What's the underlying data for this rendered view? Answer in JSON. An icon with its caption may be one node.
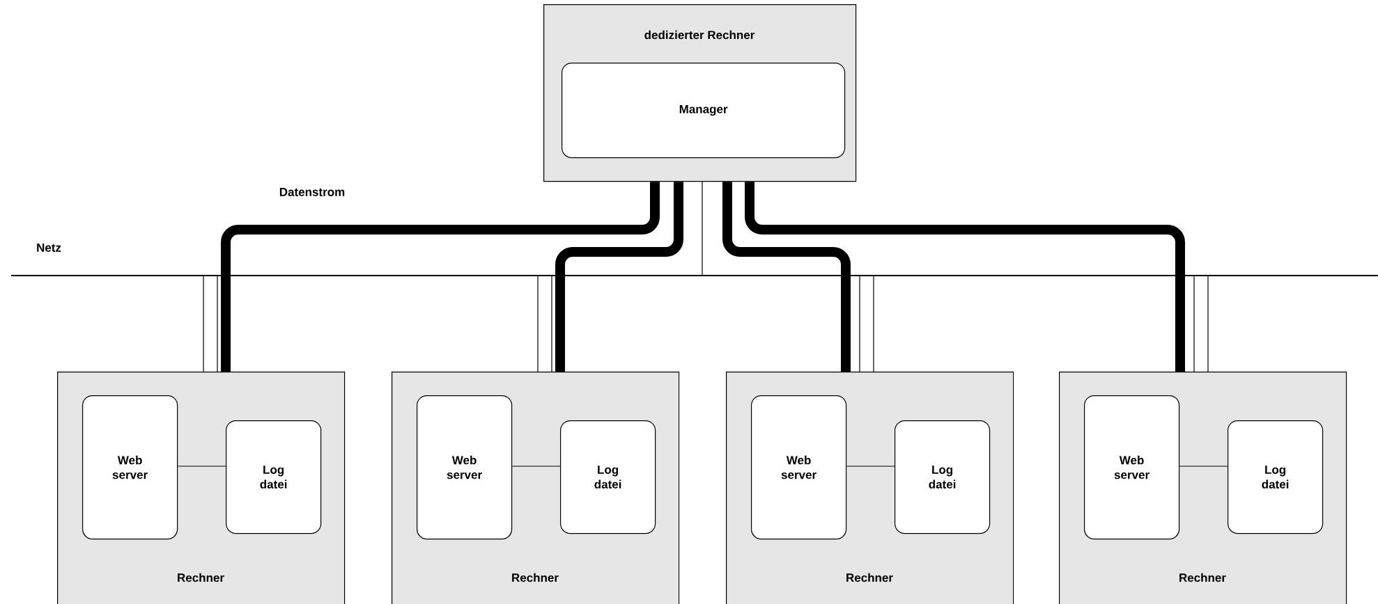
{
  "diagram": {
    "nodes": [
      {
        "text": [
          "dedizierter Rechner"
        ]
      },
      {
        "text": [
          "Manager"
        ],
        "in": 0
      },
      {
        "text": [
          "Rechner"
        ]
      },
      {
        "text": [
          "Web server"
        ],
        "in": 2
      },
      {
        "text": [
          "Log datei"
        ],
        "in": 2
      },
      {
        "text": [
          "Rechner"
        ]
      },
      {
        "text": [
          "Web server"
        ],
        "in": 5
      },
      {
        "text": [
          "Log datei"
        ],
        "in": 5
      },
      {
        "text": [
          "Rechner"
        ]
      },
      {
        "text": [
          "Web server"
        ],
        "in": 8
      },
      {
        "text": [
          "Log datei"
        ],
        "in": 8
      },
      {
        "text": [
          "Rechner"
        ]
      },
      {
        "text": [
          "Web server"
        ],
        "in": 11
      },
      {
        "text": [
          "Log datei"
        ],
        "in": 11
      }
    ],
    "edges": [
      {
        "from": 3,
        "to": 4,
        "arrow": "none"
      },
      {
        "from": 6,
        "to": 7,
        "arrow": "none"
      },
      {
        "from": 9,
        "to": 10,
        "arrow": "none"
      },
      {
        "from": 12,
        "to": 13,
        "arrow": "none"
      },
      {
        "from": 2,
        "to": 0,
        "arrow": "none",
        "style": "thick",
        "label": "Datenstrom"
      },
      {
        "from": 5,
        "to": 0,
        "arrow": "none",
        "style": "thick"
      },
      {
        "from": 8,
        "to": 0,
        "arrow": "none",
        "style": "thick"
      },
      {
        "from": 11,
        "to": 0,
        "arrow": "none",
        "style": "thick"
      }
    ],
    "labels": [
      "Netz"
    ]
  }
}
